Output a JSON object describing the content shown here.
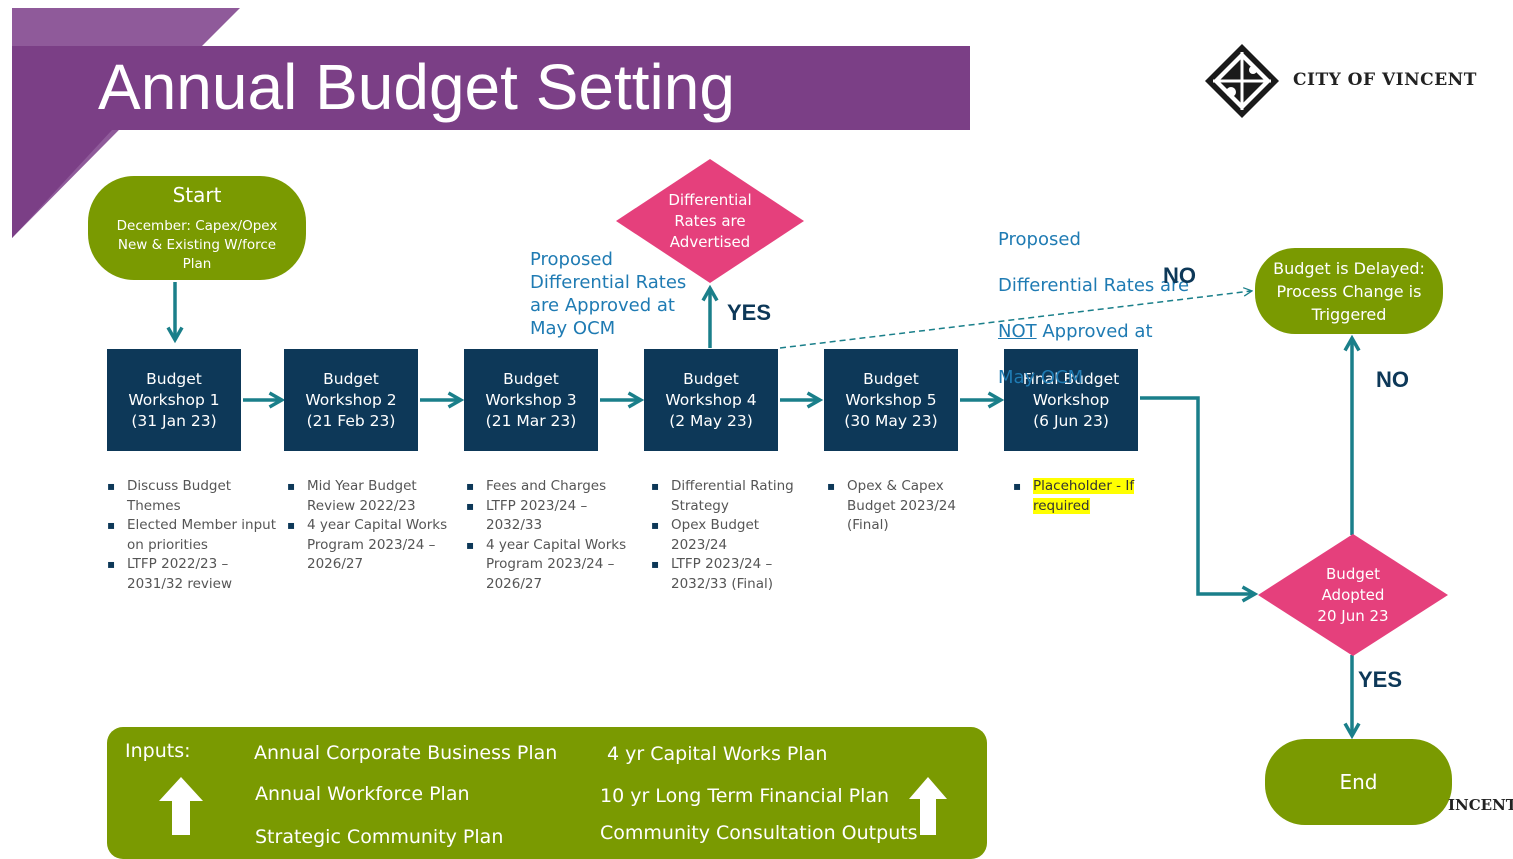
{
  "header": {
    "title": "Annual Budget Setting",
    "logo_text": "CITY OF VINCENT",
    "stray_logo_text": "INCENT"
  },
  "start": {
    "title": "Start",
    "subtitle": "December: Capex/Opex New & Existing W/force Plan"
  },
  "workshops": [
    {
      "label": "Budget\nWorkshop 1\n(31 Jan 23)",
      "items": [
        "Discuss Budget Themes",
        "Elected Member input on priorities",
        "LTFP 2022/23 – 2031/32 review"
      ]
    },
    {
      "label": "Budget\nWorkshop 2\n(21 Feb 23)",
      "items": [
        "Mid Year Budget Review 2022/23",
        "4 year Capital Works Program 2023/24 – 2026/27"
      ]
    },
    {
      "label": "Budget\nWorkshop 3\n(21 Mar 23)",
      "items": [
        "Fees and Charges",
        "LTFP 2023/24 – 2032/33",
        "4 year Capital Works Program 2023/24 – 2026/27"
      ]
    },
    {
      "label": "Budget\nWorkshop 4\n(2 May 23)",
      "items": [
        "Differential Rating Strategy",
        "Opex Budget 2023/24",
        "LTFP 2023/24 – 2032/33 (Final)"
      ]
    },
    {
      "label": "Budget\nWorkshop 5\n(30 May 23)",
      "items": [
        "Opex & Capex Budget 2023/24 (Final)"
      ]
    },
    {
      "label": "Final Budget\nWorkshop\n(6 Jun 23)",
      "items": [
        "Placeholder - If required"
      ]
    }
  ],
  "diamonds": {
    "advertised": "Differential\nRates are\nAdvertised",
    "adopted": "Budget\nAdopted\n20 Jun 23"
  },
  "notes": {
    "approved": "Proposed\nDifferential Rates\nare Approved at\nMay OCM",
    "not_approved_l1": "Proposed",
    "not_approved_l2": "Differential Rates are",
    "not_approved_not": "NOT",
    "not_approved_l3_rest": " Approved at",
    "not_approved_l4": "May OCM"
  },
  "labels": {
    "yes_top": "YES",
    "no_top": "NO",
    "no_right": "NO",
    "yes_bottom": "YES"
  },
  "delayed": "Budget is Delayed: Process Change is Triggered",
  "end": "End",
  "inputs": {
    "heading": "Inputs:",
    "items": [
      "Annual Corporate Business Plan",
      "Annual Workforce Plan",
      "Strategic Community Plan",
      "4 yr Capital Works Plan",
      "10 yr Long Term Financial Plan",
      "Community Consultation Outputs"
    ]
  },
  "colors": {
    "purple": "#7b3f86",
    "green": "#7a9a01",
    "navy": "#0d3858",
    "teal": "#1a7f8a",
    "pink": "#e5407c",
    "blue_text": "#1f7bb3"
  }
}
